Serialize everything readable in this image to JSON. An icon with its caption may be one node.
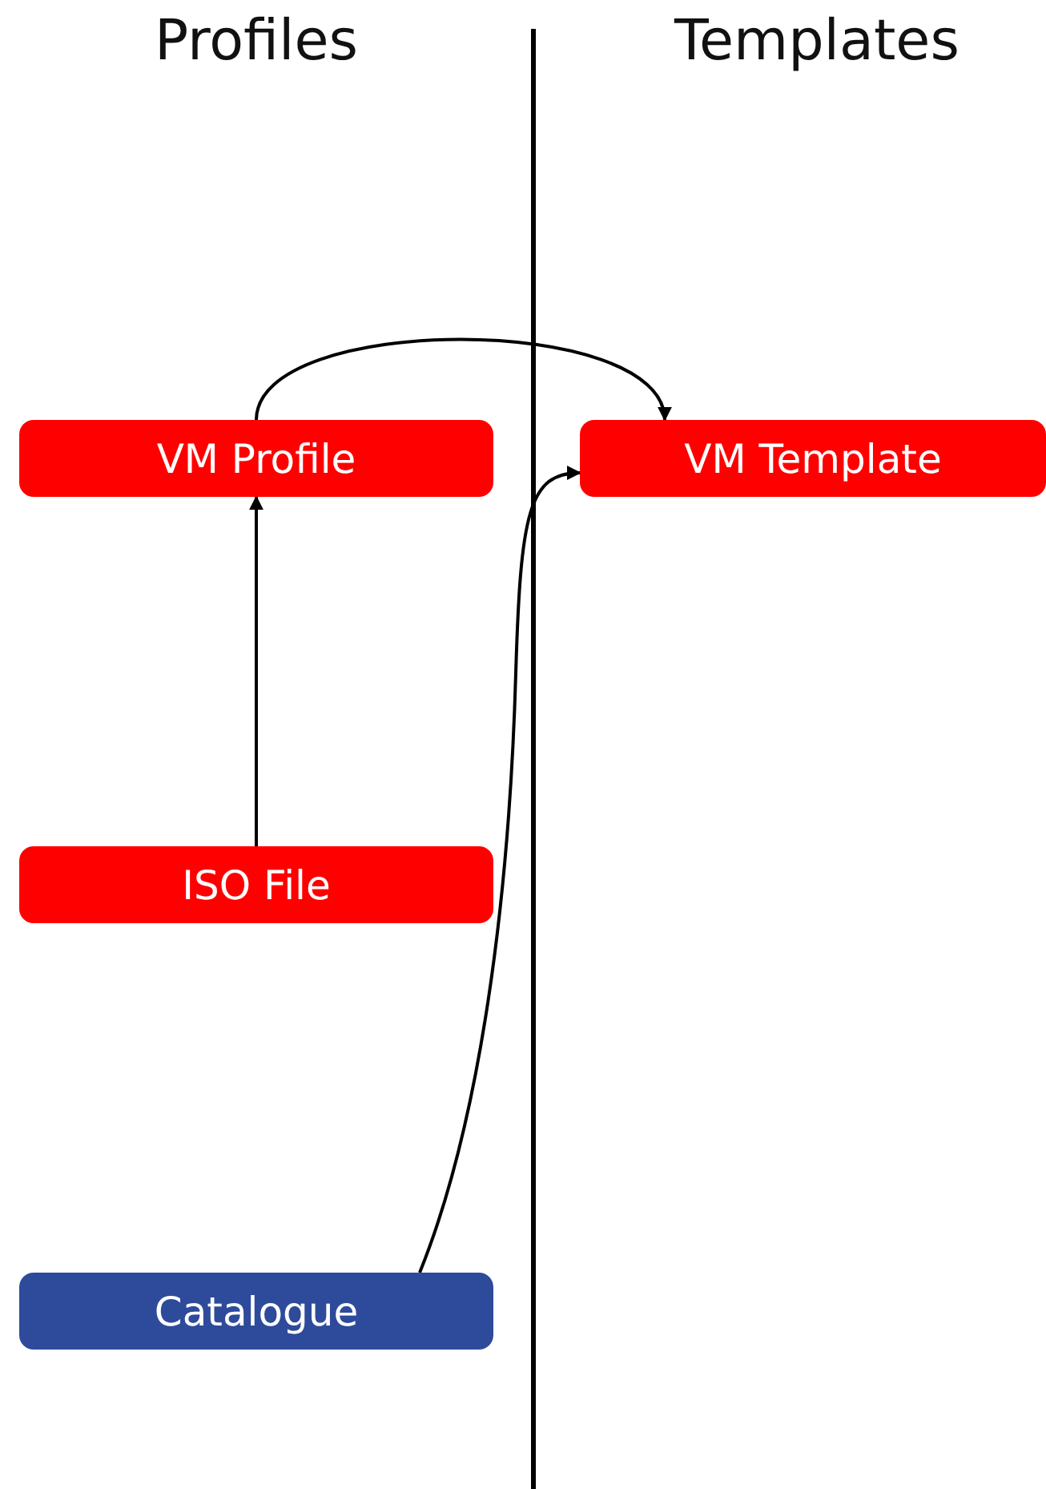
{
  "diagram": {
    "nodes": [
      {
        "text": [
          "VM Profile"
        ]
      },
      {
        "text": [
          "VM Template"
        ]
      },
      {
        "text": [
          "ISO File"
        ]
      },
      {
        "text": [
          "Catalogue"
        ]
      }
    ],
    "edges": [
      {
        "from": 0,
        "to": 1,
        "arrow": "to"
      },
      {
        "from": 2,
        "to": 0,
        "arrow": "to"
      },
      {
        "from": 3,
        "to": 1,
        "arrow": "to"
      }
    ],
    "labels": [
      "Profiles",
      "Templates"
    ]
  }
}
